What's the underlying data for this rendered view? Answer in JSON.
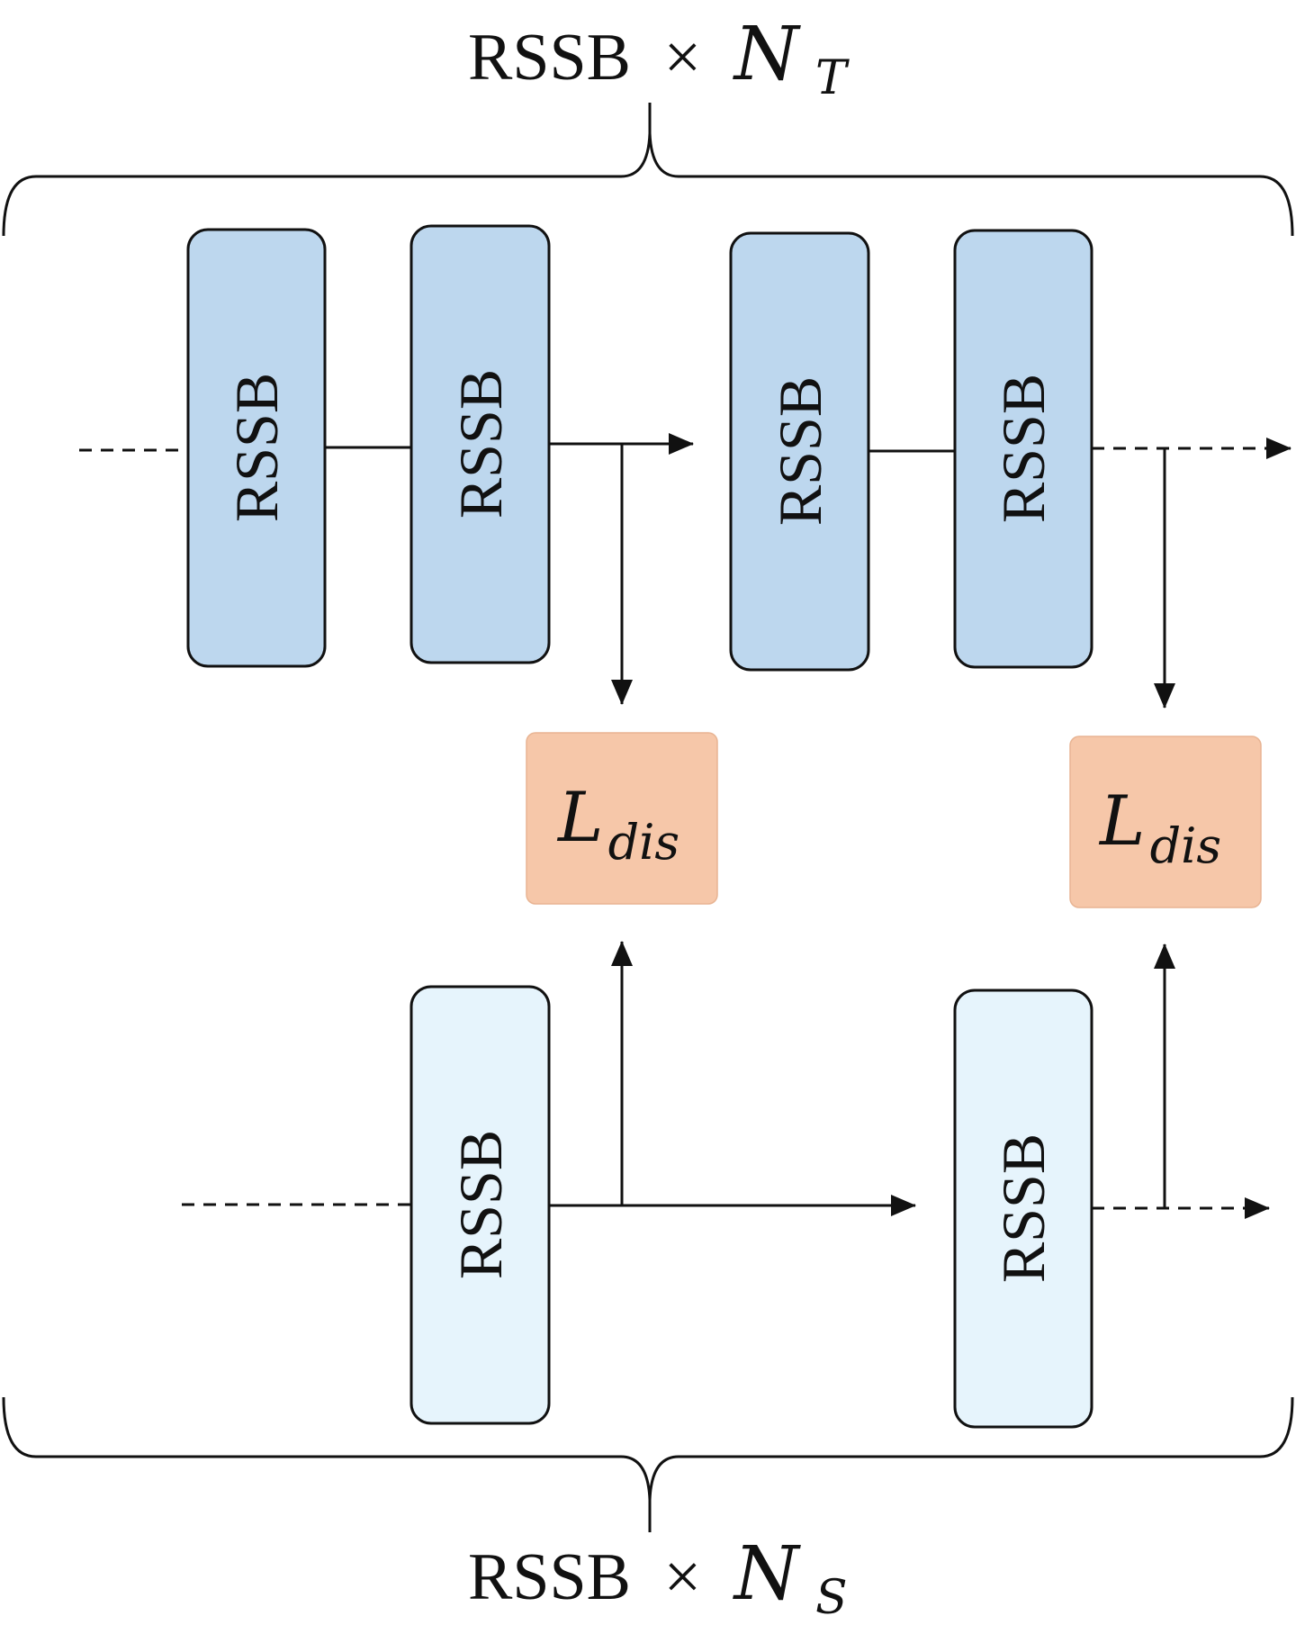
{
  "teacher": {
    "label_prefix": "RSSB",
    "label_times": "×",
    "label_var": "N",
    "label_sub": "T",
    "blocks": [
      "RSSB",
      "RSSB",
      "RSSB",
      "RSSB"
    ]
  },
  "student": {
    "label_prefix": "RSSB",
    "label_times": "×",
    "label_var": "N",
    "label_sub": "S",
    "blocks": [
      "RSSB",
      "RSSB"
    ]
  },
  "losses": [
    {
      "main": "L",
      "sub": "dis"
    },
    {
      "main": "L",
      "sub": "dis"
    }
  ],
  "colors": {
    "teacher_block": "#bdd7ee",
    "student_block": "#e6f4fc",
    "loss_block": "#f6c7a9",
    "stroke": "#111111"
  }
}
